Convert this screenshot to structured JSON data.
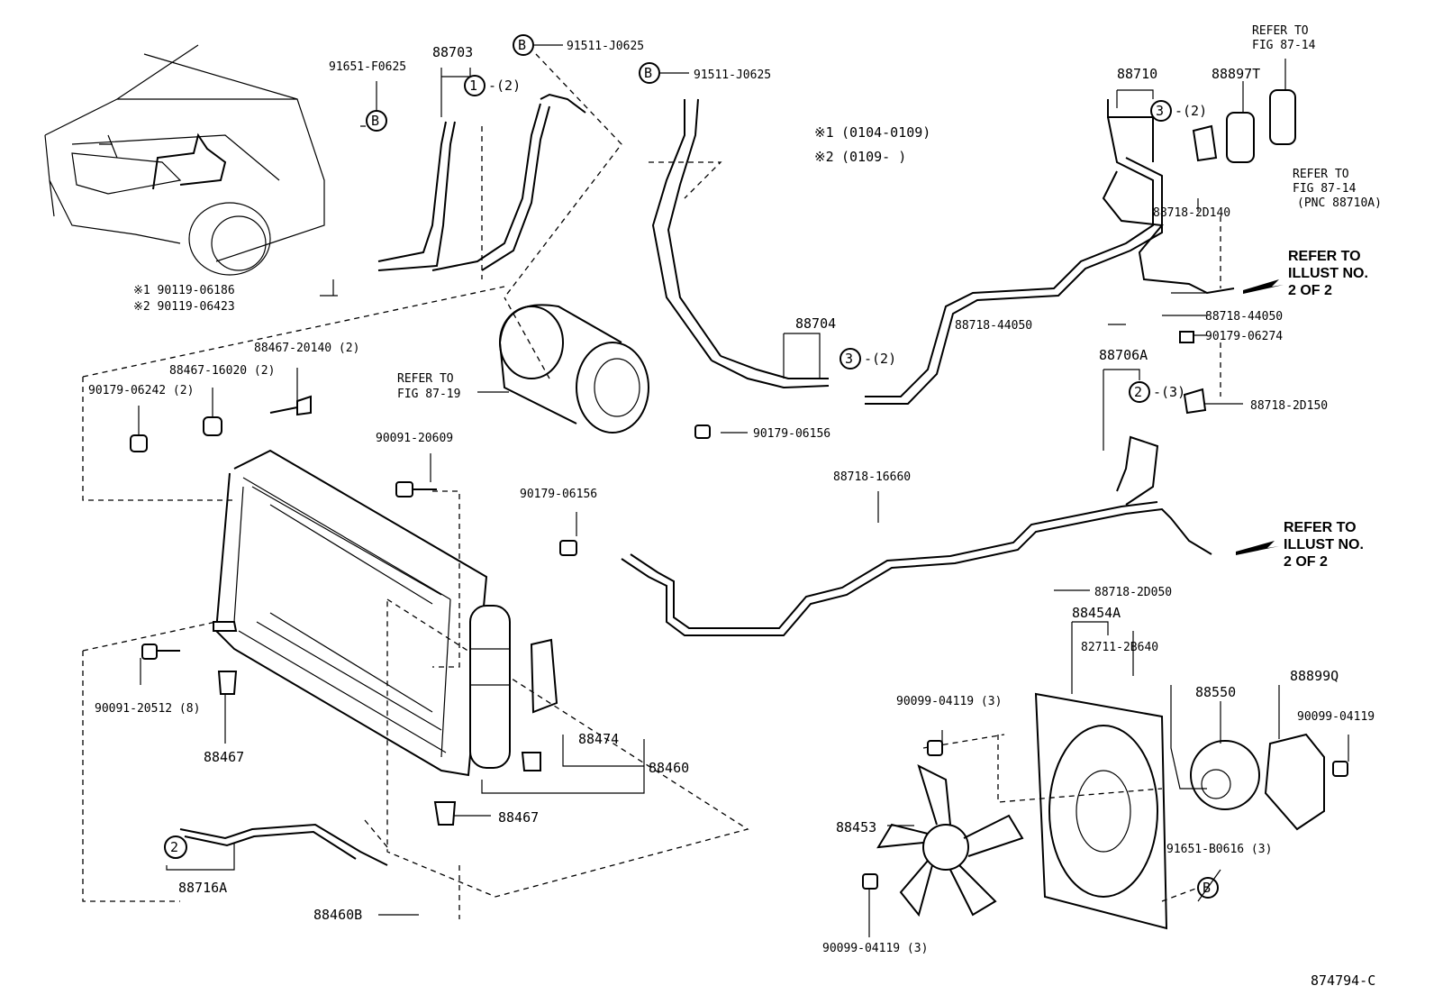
{
  "notes": {
    "n1_mark": "※1",
    "n1_range": "(0104-0109)",
    "n2_mark": "※2",
    "n2_range": "(0109-      )"
  },
  "callouts": {
    "c1": "1",
    "c2": "2",
    "c3": "3",
    "qty2": "-(2)",
    "qty3": "-(3)",
    "b": "B"
  },
  "labels": {
    "p88703": "88703",
    "p91651_F0625": "91651-F0625",
    "p91511_J0625_a": "91511-J0625",
    "p91511_J0625_b": "91511-J0625",
    "p90119_06186": "※1 90119-06186",
    "p90119_06423": "※2 90119-06423",
    "p88467_20140": "88467-20140 (2)",
    "p88467_16020": "88467-16020 (2)",
    "p90179_06242": "90179-06242 (2)",
    "p90091_20609": "90091-20609",
    "refer_87_19_a": "REFER TO",
    "refer_87_19_b": "FIG 87-19",
    "p88704": "88704",
    "p90179_06156_a": "90179-06156",
    "p90179_06156_b": "90179-06156",
    "p88710": "88710",
    "p88897T": "88897T",
    "refer_87_14_top_a": "REFER TO",
    "refer_87_14_top_b": "FIG 87-14",
    "refer_87_14_r_a": "REFER TO",
    "refer_87_14_r_b": "FIG 87-14",
    "refer_87_14_r_c": "(PNC 88710A)",
    "p88718_2D140": "88718-2D140",
    "illust_1a": "REFER TO",
    "illust_1b": "ILLUST NO.",
    "illust_1c": "2 OF 2",
    "p88718_44050_a": "88718-44050",
    "p88718_44050_b": "88718-44050",
    "p90179_06274": "90179-06274",
    "p88706A": "88706A",
    "p88718_2D150": "88718-2D150",
    "p88718_16660": "88718-16660",
    "illust_2a": "REFER TO",
    "illust_2b": "ILLUST NO.",
    "illust_2c": "2 OF 2",
    "p88718_2D050": "88718-2D050",
    "p88454A": "88454A",
    "p82711_2B640": "82711-2B640",
    "p90099_04119_a": "90099-04119 (3)",
    "p88550": "88550",
    "p88899Q": "88899Q",
    "p90099_04119_b": "90099-04119",
    "p90091_20512": "90091-20512 (8)",
    "p88467_a": "88467",
    "p88474": "88474",
    "p88460": "88460",
    "p88467_b": "88467",
    "p88716A": "88716A",
    "p88460B": "88460B",
    "p88453": "88453",
    "p91651_B0616": "91651-B0616 (3)",
    "p90099_04119_c": "90099-04119 (3)",
    "fig_id": "874794-C"
  }
}
